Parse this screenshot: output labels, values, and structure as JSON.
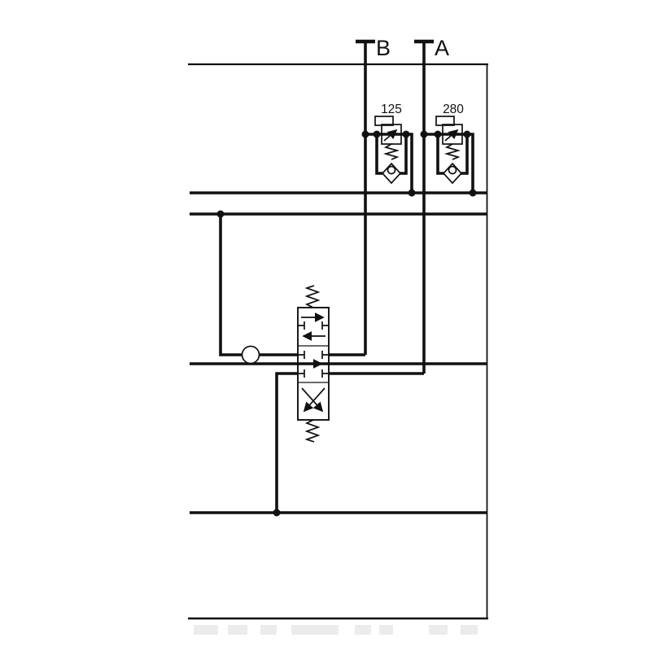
{
  "diagram": {
    "type": "hydraulic-schematic",
    "description": "Sectional directional control valve circuit with two work ports, two pilot-operated relief valves, a check valve and a 3-position spool valve",
    "ports": [
      {
        "id": "port-b",
        "label": "B"
      },
      {
        "id": "port-a",
        "label": "A"
      }
    ],
    "relief_valves": [
      {
        "id": "relief-valve-b",
        "setting": "125"
      },
      {
        "id": "relief-valve-a",
        "setting": "280"
      }
    ],
    "components": {
      "check_valve": "check-valve",
      "directional_valve": "3-position-spool-valve",
      "bus_lines": 4
    },
    "colors": {
      "line": "#111111",
      "background": "#ffffff",
      "watermark": "#ececec"
    }
  }
}
